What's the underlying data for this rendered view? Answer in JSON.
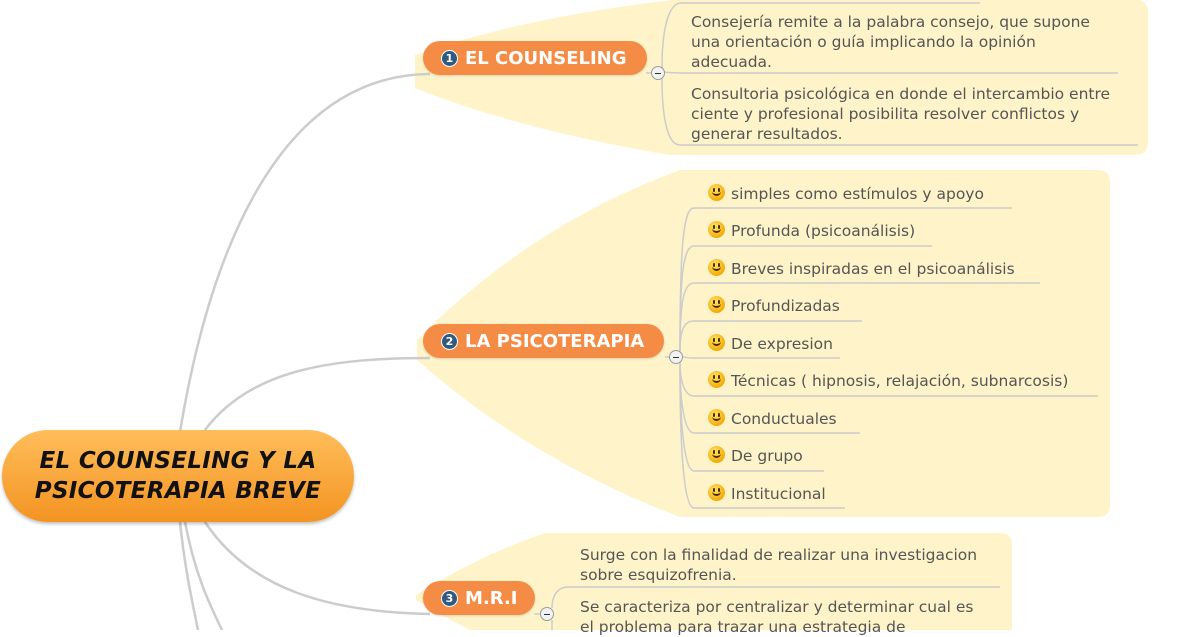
{
  "central_topic": {
    "line1": "EL COUNSELING Y LA",
    "line2": "PSICOTERAPIA BREVE"
  },
  "branches": [
    {
      "number": "1",
      "label": "EL COUNSELING",
      "subtopics": [
        [
          "Consejería remite a la palabra consejo, que supone",
          "una orientación o guía implicando la opinión",
          "adecuada."
        ],
        [
          "Consultoria psicológica en donde el intercambio entre",
          "ciente y profesional  posibilita resolver conflictos y",
          "generar resultados."
        ]
      ]
    },
    {
      "number": "2",
      "label": "LA PSICOTERAPIA",
      "subtopics": [
        "simples como estímulos y apoyo",
        "Profunda (psicoanálisis)",
        "Breves inspiradas en el psicoanálisis",
        "Profundizadas",
        "De expresion",
        "Técnicas ( hipnosis, relajación, subnarcosis)",
        "Conductuales",
        "De grupo",
        "Institucional"
      ]
    },
    {
      "number": "3",
      "label": "M.R.I",
      "subtopics": [
        [
          "Surge con la finalidad de realizar una investigacion",
          "sobre esquizofrenia."
        ],
        [
          "Se caracteriza por centralizar y determinar cual es",
          "el problema para trazar una estrategia de"
        ]
      ]
    }
  ],
  "colors": {
    "topic_fill": "#f48c46",
    "central_fill": "#f39422",
    "boundary_fill": "#fff4c9",
    "number_badge": "#2f5a82",
    "connector": "#cccccc"
  },
  "icons": {
    "subtopic_marker": "smiley-icon",
    "collapse_toggle": "collapse-minus-icon"
  }
}
